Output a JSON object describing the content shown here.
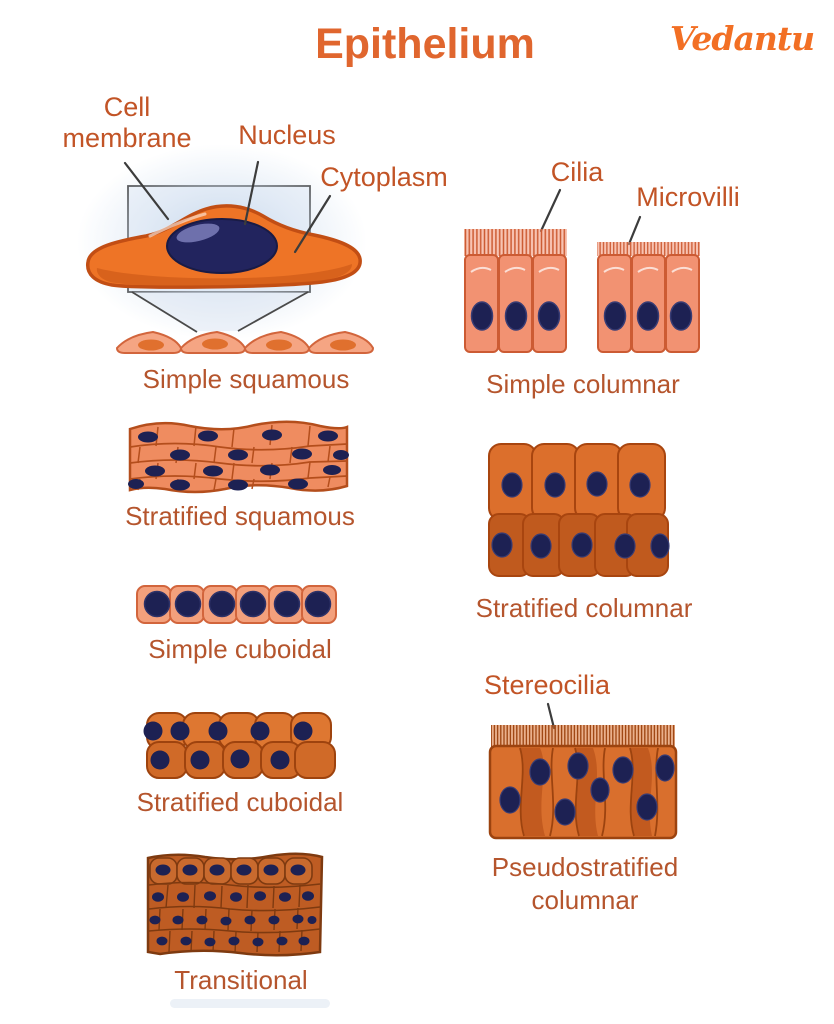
{
  "title": "Epithelium",
  "brand": "Vedantu",
  "annotations": {
    "cell_membrane": "Cell membrane",
    "nucleus": "Nucleus",
    "cytoplasm": "Cytoplasm",
    "cilia": "Cilia",
    "microvilli": "Microvilli",
    "stereocilia": "Stereocilia"
  },
  "captions": {
    "simple_squamous": "Simple squamous",
    "simple_columnar": "Simple columnar",
    "stratified_squamous": "Stratified squamous",
    "stratified_columnar": "Stratified columnar",
    "simple_cuboidal": "Simple cuboidal",
    "stratified_cuboidal": "Stratified cuboidal",
    "pseudostratified_columnar": "Pseudostratified columnar",
    "transitional": "Transitional"
  },
  "palette": {
    "bg": "#FFFFFF",
    "title": "#E0662E",
    "brand": "#F26F24",
    "anno": "#C25426",
    "caption": "#B5552D",
    "line": "#3C3C3C",
    "box_stroke": "#4A4A4A",
    "glow": "#BFD2E8",
    "hero_fill": "#EE7426",
    "hero_stroke": "#C24E14",
    "hero_shade": "#C65414",
    "nucleus": "#22245E",
    "nucleus_hi": "#6E70AC",
    "sq_fill": "#F5A583",
    "sq_stroke": "#D2653C",
    "sq_nuc": "#E0702E",
    "col_fill": "#F29272",
    "col_stroke": "#CC5B33",
    "col_nuc": "#1D2153",
    "ss_fill": "#EF8C60",
    "ss_stroke": "#B44E1C",
    "sc_top": "#DC6F2C",
    "sc_bot": "#C05A1E",
    "sc_stroke": "#A8450F",
    "cub_fill": "#F3A07C",
    "cub_stroke": "#D2653C",
    "stc_top": "#DE7731",
    "stc_bot": "#D06A28",
    "stc_stroke": "#9E430E",
    "ps_light": "#D96F2D",
    "ps_dark": "#C25A1F",
    "ps_stroke": "#9C430F",
    "tr_fill": "#BE5C23",
    "tr_cell": "#C96A2E",
    "tr_stroke": "#7E3A10"
  }
}
